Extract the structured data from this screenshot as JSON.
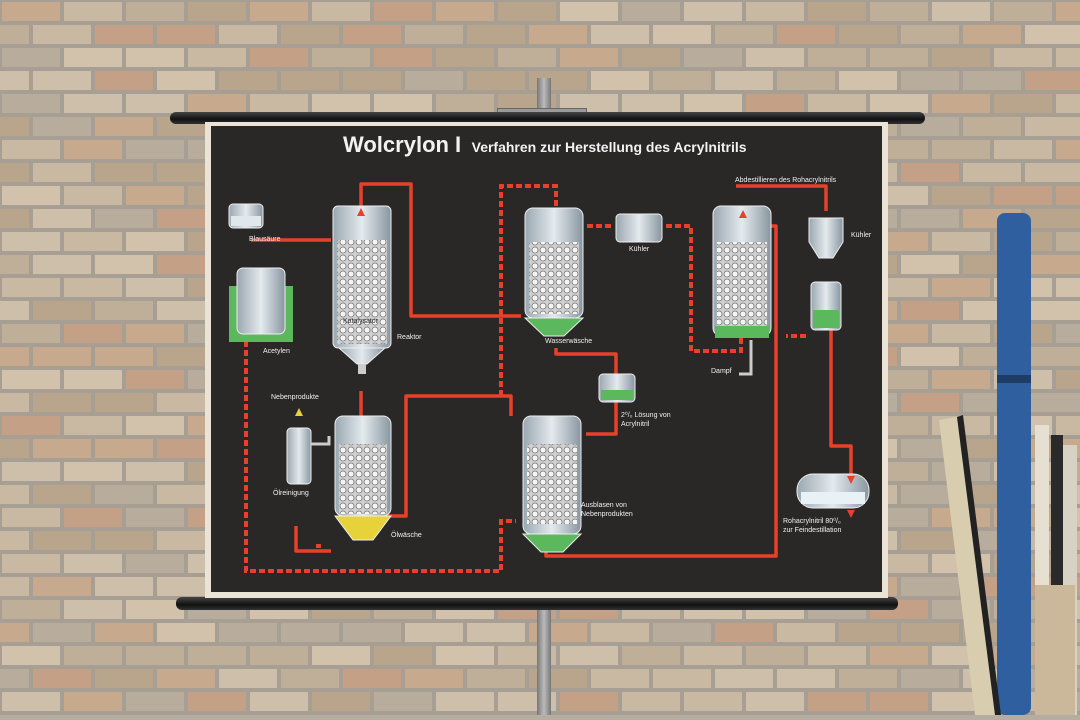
{
  "poster": {
    "title": "Wolcrylon I",
    "subtitle": "Verfahren zur Herstellung des Acrylnitrils",
    "labels": {
      "blausaeure": "Blausäure",
      "acetylen": "Acetylen",
      "katalysator": "Katalysator",
      "reaktor": "Reaktor",
      "nebenprodukte": "Nebenprodukte",
      "oelreinigung": "Ölreinigung",
      "oelwaesche": "Ölwäsche",
      "wasserwaesche": "Wasserwäsche",
      "kuehler_mid": "Kühler",
      "abdestillieren": "Abdestillieren des Rohacrylnitrils",
      "kuehler_right": "Kühler",
      "dampf": "Dampf",
      "loesung_1": "2⁰/₀ Lösung von",
      "loesung_2": "Acrylnitril",
      "ausblasen_1": "Ausblasen von",
      "ausblasen_2": "Nebenprodukten",
      "rohacryl_1": "Rohacrylnitril 80⁰/₀",
      "rohacryl_2": "zur Feindestillation"
    }
  },
  "colors": {
    "pipe": "#e8402a",
    "board": "#2a2727",
    "vessel": "#c9d3da",
    "liquid_green": "#5cb85c",
    "liquid_yellow": "#e8d23a"
  }
}
